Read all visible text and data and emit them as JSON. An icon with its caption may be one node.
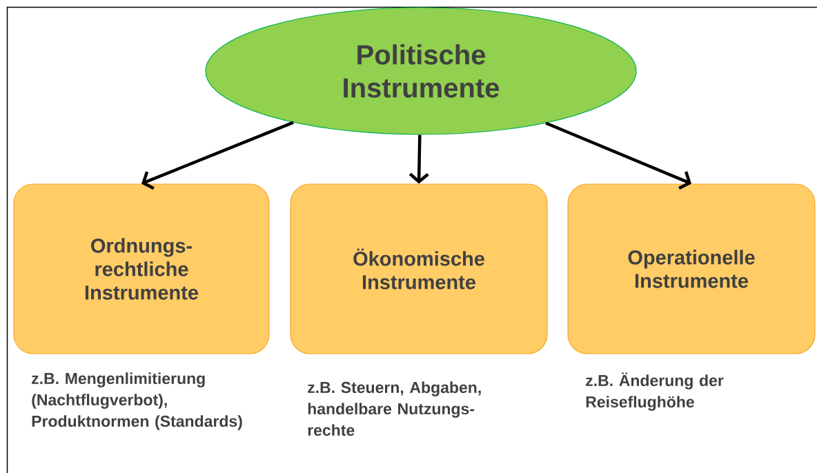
{
  "diagram": {
    "nodes": [
      {
        "text": [
          "Politische Instrumente"
        ]
      },
      {
        "text": [
          "Ordnungs- rechtliche Instrumente"
        ],
        "beside": [
          "z.B. Mengenlimitierung (Nachtflugverbot), Produktnormen (Standards)"
        ]
      },
      {
        "text": [
          "Ökonomische Instrumente"
        ],
        "beside": [
          "z.B. Steuern, Abgaben, handelbare Nutzungs- rechte"
        ]
      },
      {
        "text": [
          "Operationelle Instrumente"
        ],
        "beside": [
          "z.B. Änderung der Reiseflughöhe"
        ]
      }
    ],
    "edges": [
      {
        "from": 0,
        "to": 1,
        "arrow": "to"
      },
      {
        "from": 0,
        "to": 2,
        "arrow": "to"
      },
      {
        "from": 0,
        "to": 3,
        "arrow": "to"
      }
    ]
  }
}
